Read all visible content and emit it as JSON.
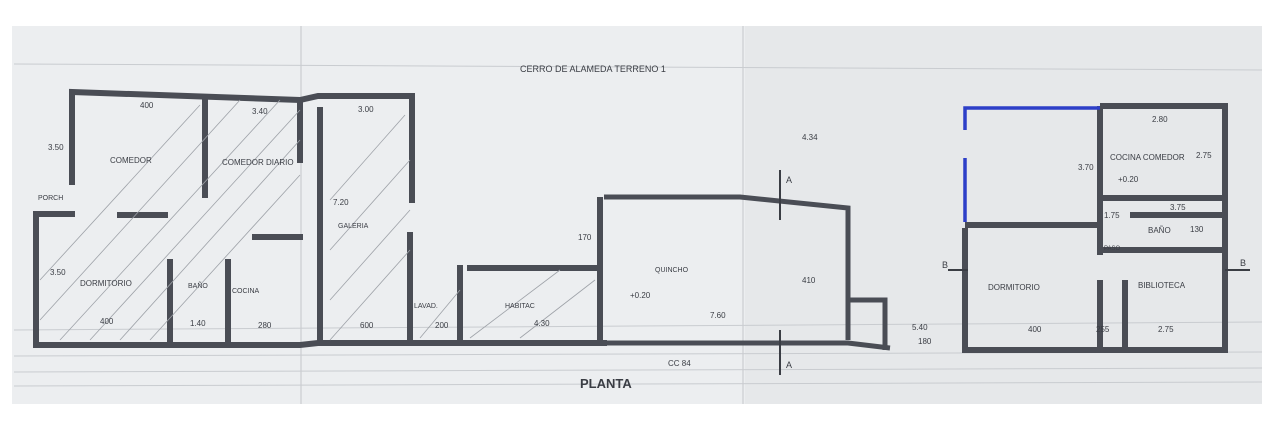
{
  "header_text": "CERRO DE ALAMEDA TERRENO 1",
  "footer_title": "PLANTA",
  "section_marks": {
    "a": "A",
    "b": "B"
  },
  "ref_code": "CC 84",
  "rooms_left": {
    "comedor": "COMEDOR",
    "comedor_diario": "COMEDOR DIARIO",
    "galeria": "GALERIA",
    "dormitorio": "DORMITORIO",
    "bano": "BAÑO",
    "cocina": "COCINA",
    "lavad": "LAVAD.",
    "habitac": "HABITAC",
    "quincho": "QUINCHO",
    "porch": "PORCH"
  },
  "rooms_right": {
    "cocina_comedor": "COCINA COMEDOR",
    "bano": "BAÑO",
    "paso": "PASO",
    "dormitorio": "DORMITORIO",
    "biblioteca": "BIBLIOTECA"
  },
  "dimensions": {
    "d400_top": "400",
    "d340": "3.40",
    "d300": "3.00",
    "d350_left": "3.50",
    "d350_low": "3.50",
    "d400_bottom": "400",
    "d140": "1.40",
    "d280": "280",
    "d600": "600",
    "d200": "200",
    "d430": "4.30",
    "d170": "170",
    "d410": "410",
    "d760": "7.60",
    "d434": "4.34",
    "d540": "5.40",
    "d180": "180",
    "d720": "7.20",
    "r280": "2.80",
    "r275": "2.75",
    "r370": "3.70",
    "r375": "3.75",
    "r175": "1.75",
    "r400": "400",
    "r255": "255",
    "r275b": "2.75",
    "r130": "130",
    "level": "+0.20"
  }
}
